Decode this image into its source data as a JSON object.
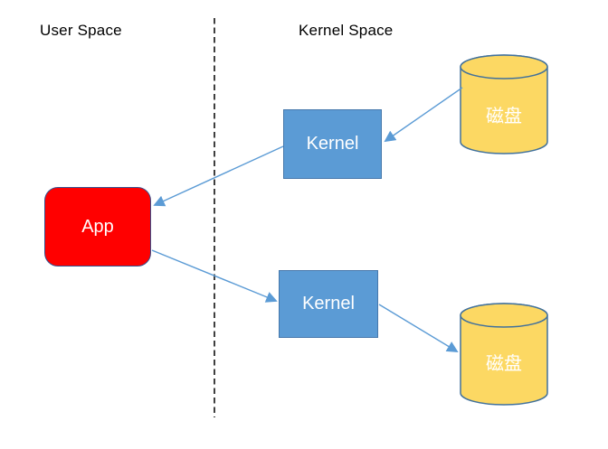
{
  "diagram": {
    "labels": {
      "user_space": "User Space",
      "kernel_space": "Kernel Space"
    },
    "nodes": {
      "app": {
        "label": "App"
      },
      "kernel_top": {
        "label": "Kernel"
      },
      "kernel_bottom": {
        "label": "Kernel"
      },
      "disk_top": {
        "label": "磁盘"
      },
      "disk_bottom": {
        "label": "磁盘"
      }
    },
    "colors": {
      "canvas_bg": "#ffffff",
      "app_fill": "#ff0000",
      "app_border": "#35518f",
      "kernel_fill": "#5b9bd5",
      "kernel_border": "#4577ab",
      "disk_fill": "#fcd863",
      "disk_border": "#41719c",
      "arrow": "#5b9bd5",
      "divider": "#3f3f3f",
      "label_text": "#000000",
      "node_text": "#ffffff"
    }
  }
}
